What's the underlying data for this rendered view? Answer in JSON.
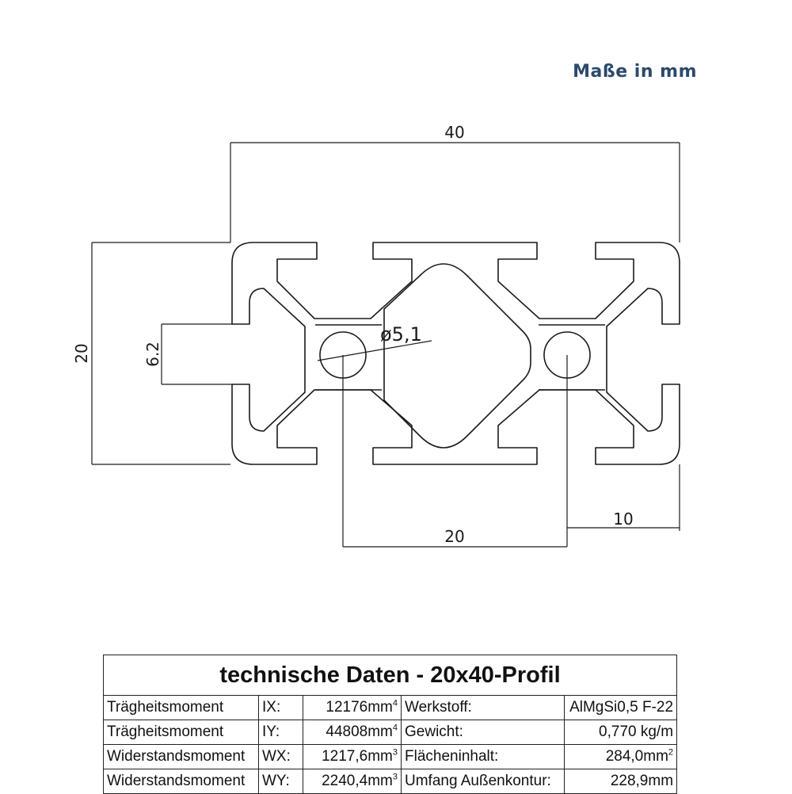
{
  "header": {
    "units_note": "Maße in mm",
    "units_color": "#2c4a6b"
  },
  "drawing": {
    "dims": {
      "width": "40",
      "height": "20",
      "slot": "6.2",
      "bore": "ø5,1",
      "pitch": "20",
      "edge": "10"
    },
    "line_color": "#1a1a1a"
  },
  "table": {
    "title": "technische Daten - 20x40-Profil",
    "rows": [
      {
        "left_label": "Trägheitsmoment",
        "left_sym": "IX:",
        "left_value": "12176mm",
        "left_exp": "4",
        "right_label": "Werkstoff:",
        "right_value": "AlMgSi0,5 F-22",
        "right_exp": ""
      },
      {
        "left_label": "Trägheitsmoment",
        "left_sym": "IY:",
        "left_value": "44808mm",
        "left_exp": "4",
        "right_label": "Gewicht:",
        "right_value": "0,770 kg/m",
        "right_exp": ""
      },
      {
        "left_label": "Widerstandsmoment",
        "left_sym": "WX:",
        "left_value": "1217,6mm",
        "left_exp": "3",
        "right_label": "Flächeninhalt:",
        "right_value": "284,0mm",
        "right_exp": "2"
      },
      {
        "left_label": "Widerstandsmoment",
        "left_sym": "WY:",
        "left_value": "2240,4mm",
        "left_exp": "3",
        "right_label": "Umfang Außenkontur:",
        "right_value": "228,9mm",
        "right_exp": ""
      }
    ]
  }
}
